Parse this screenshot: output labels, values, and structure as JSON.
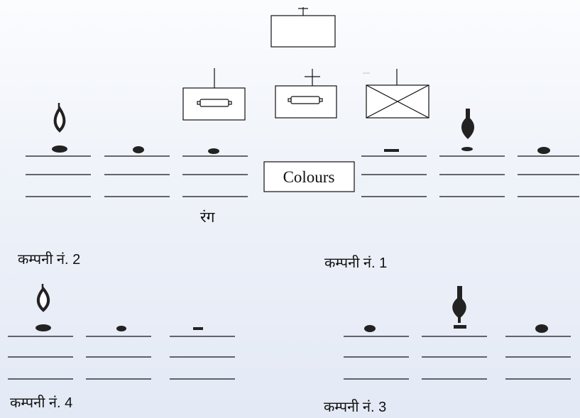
{
  "colours_label": "Colours",
  "rang_label": "रंग",
  "company_labels": {
    "c1": "कम्पनी नं. 1",
    "c2": "कम्पनी नं. 2",
    "c3": "कम्पनी नं. 3",
    "c4": "कम्पनी नं. 4"
  },
  "colors": {
    "line": "#111111",
    "mark": "#222222",
    "background": "#eef2f9"
  },
  "icons": [
    "plus-icon",
    "battery-icon",
    "cross-box-icon",
    "flame-outline-icon",
    "flame-filled-icon"
  ]
}
